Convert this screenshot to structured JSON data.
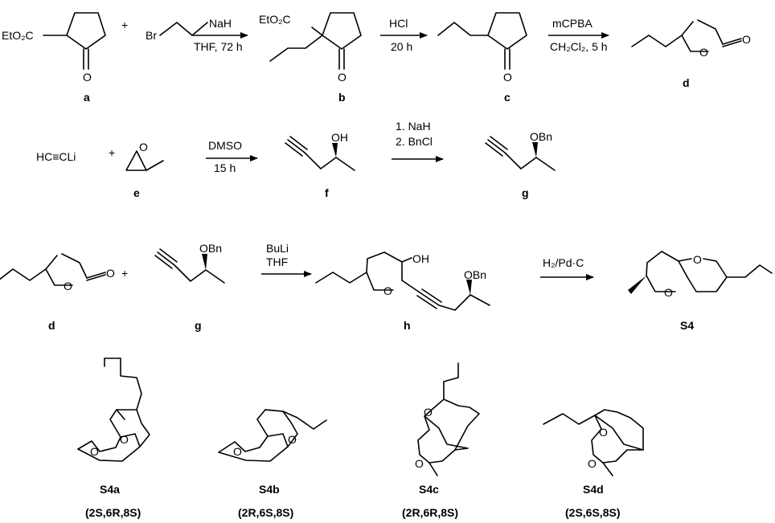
{
  "atoms": {
    "EtO2C": "EtO₂C",
    "O": "O",
    "Br": "Br",
    "OH": "OH",
    "OBn": "OBn",
    "HCCLi": "HC≡CLi"
  },
  "plus_sign": "+",
  "conditions": {
    "r1_top": "NaH",
    "r1_bottom": "THF, 72 h",
    "r2_top": "HCl",
    "r2_bottom": "20 h",
    "r3_top": "mCPBA",
    "r3_bottom": "CH₂Cl₂, 5 h",
    "r4_top": "DMSO",
    "r4_bottom": "15 h",
    "r5_line1": "1. NaH",
    "r5_line2": "2. BnCl",
    "r6_line1": "BuLi",
    "r6_line2": "THF",
    "r7_top": "H₂/Pd·C"
  },
  "compound_labels": {
    "a": "a",
    "b": "b",
    "c": "c",
    "d": "d",
    "e": "e",
    "f": "f",
    "g": "g",
    "d2": "d",
    "g2": "g",
    "h": "h",
    "S4": "S4"
  },
  "isomers": [
    {
      "name": "S4a",
      "config": "(2S,6R,8S)"
    },
    {
      "name": "S4b",
      "config": "(2R,6S,8S)"
    },
    {
      "name": "S4c",
      "config": "(2R,6R,8S)"
    },
    {
      "name": "S4d",
      "config": "(2S,6S,8S)"
    }
  ]
}
